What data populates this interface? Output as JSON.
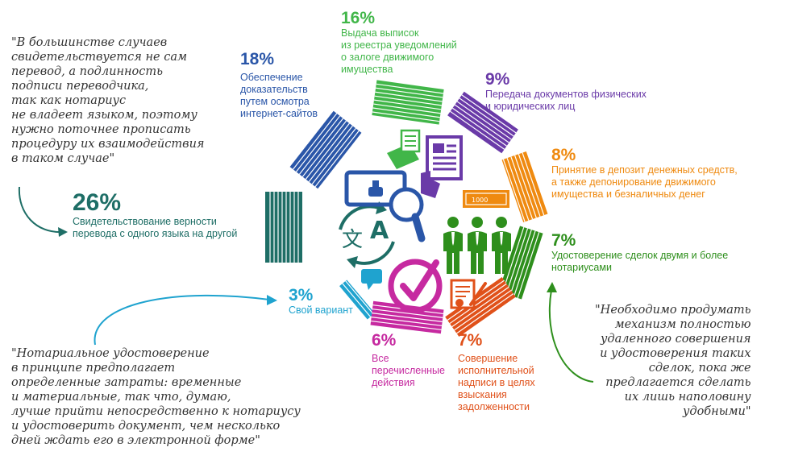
{
  "colors": {
    "blue": "#2a56a8",
    "green": "#41b649",
    "purple": "#6a3aa8",
    "orange": "#ef8a10",
    "darkgreen": "#2e8f1c",
    "red": "#e0511a",
    "magenta": "#c62aa0",
    "cyan": "#1fa3cf",
    "teal": "#1e6e66",
    "text": "#333333"
  },
  "segments": [
    {
      "id": "s16",
      "pct": "16%",
      "label": "Выдача выписок\nиз реестра уведомлений\nо залоге движимого\nимущества",
      "color": "#41b649"
    },
    {
      "id": "s18",
      "pct": "18%",
      "label": "Обеспечение\nдоказательств\nпутем осмотра\nинтернет-сайтов",
      "color": "#2a56a8"
    },
    {
      "id": "s9",
      "pct": "9%",
      "label": "Передача документов физических\nи юридических лиц",
      "color": "#6a3aa8"
    },
    {
      "id": "s8",
      "pct": "8%",
      "label": "Принятие в депозит денежных средств,\nа также депонирование движимого\nимущества и безналичных денег",
      "color": "#ef8a10"
    },
    {
      "id": "s26",
      "pct": "26%",
      "label": "Свидетельствование верности\nперевода с одного языка на другой",
      "color": "#1e6e66"
    },
    {
      "id": "s7a",
      "pct": "7%",
      "label": "Удостоверение сделок двумя и более\nнотариусами",
      "color": "#2e8f1c"
    },
    {
      "id": "s3",
      "pct": "3%",
      "label": "Свой вариант",
      "color": "#1fa3cf"
    },
    {
      "id": "s6",
      "pct": "6%",
      "label": "Все\nперечисленные\nдействия",
      "color": "#c62aa0"
    },
    {
      "id": "s7b",
      "pct": "7%",
      "label": "Совершение\nисполнительной\nнадписи в целях\nвзыскания\nзадолженности",
      "color": "#e0511a"
    }
  ],
  "quotes": {
    "top_left": "\"В большинстве случаев\nсвидетельствуется не сам\nперевод, а подлинность\nподписи переводчика,\nтак как нотариус\nне владеет языком, поэтому\nнужно поточнее прописать\nпроцедуру их взаимодействия\nв таком случае\"",
    "bottom_left": "\"Нотариальное удостоверение\nв принципе предполагает\nопределенные затраты: временные\nи материальные, так что, думаю,\nлучше прийти непосредственно к нотариусу\nи удостоверить документ, чем несколько\nдней ждать его в электронной форме\"",
    "right": "\"Необходимо продумать\nмеханизм полностью\nудаленного совершения\nи удостоверения таких\nсделок, пока же\nпредлагается сделать\nих лишь наполовину\nудобными\""
  },
  "icons": {
    "translate_glyph_a": "文",
    "translate_glyph_b": "A",
    "banknote_value": "1000"
  }
}
